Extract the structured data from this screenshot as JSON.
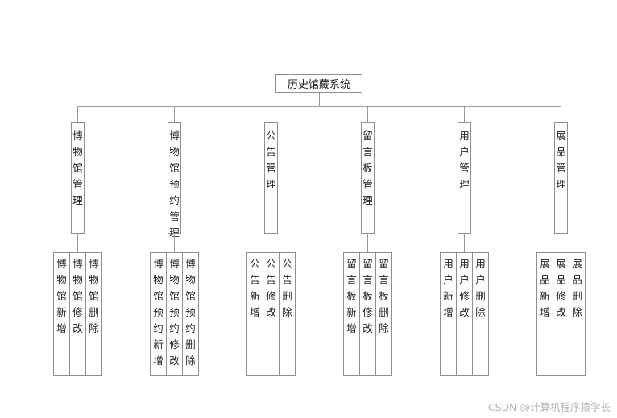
{
  "diagram": {
    "root": {
      "label": "历史馆藏系统"
    },
    "modules": [
      {
        "label": "博物馆管理",
        "chars": [
          "博",
          "物",
          "馆",
          "管",
          "理"
        ],
        "children": [
          {
            "label": "博物馆新增",
            "chars": [
              "博",
              "物",
              "馆",
              "新",
              "增"
            ]
          },
          {
            "label": "博物馆修改",
            "chars": [
              "博",
              "物",
              "馆",
              "修",
              "改"
            ]
          },
          {
            "label": "博物馆删除",
            "chars": [
              "博",
              "物",
              "馆",
              "删",
              "除"
            ]
          }
        ]
      },
      {
        "label": "博物馆预约管理",
        "chars": [
          "博",
          "物",
          "馆",
          "预",
          "约",
          "管",
          "理"
        ],
        "children": [
          {
            "label": "博物馆预约新增",
            "chars": [
              "博",
              "物",
              "馆",
              "预",
              "约",
              "新",
              "增"
            ]
          },
          {
            "label": "博物馆预约修改",
            "chars": [
              "博",
              "物",
              "馆",
              "预",
              "约",
              "修",
              "改"
            ]
          },
          {
            "label": "博物馆预约删除",
            "chars": [
              "博",
              "物",
              "馆",
              "预",
              "约",
              "删",
              "除"
            ]
          }
        ]
      },
      {
        "label": "公告管理",
        "chars": [
          "公",
          "告",
          "管",
          "理"
        ],
        "children": [
          {
            "label": "公告新增",
            "chars": [
              "公",
              "告",
              "新",
              "增"
            ]
          },
          {
            "label": "公告修改",
            "chars": [
              "公",
              "告",
              "修",
              "改"
            ]
          },
          {
            "label": "公告删除",
            "chars": [
              "公",
              "告",
              "删",
              "除"
            ]
          }
        ]
      },
      {
        "label": "留言板管理",
        "chars": [
          "留",
          "言",
          "板",
          "管",
          "理"
        ],
        "children": [
          {
            "label": "留言板新增",
            "chars": [
              "留",
              "言",
              "板",
              "新",
              "增"
            ]
          },
          {
            "label": "留言板修改",
            "chars": [
              "留",
              "言",
              "板",
              "修",
              "改"
            ]
          },
          {
            "label": "留言板删除",
            "chars": [
              "留",
              "言",
              "板",
              "删",
              "除"
            ]
          }
        ]
      },
      {
        "label": "用户管理",
        "chars": [
          "用",
          "户",
          "管",
          "理"
        ],
        "children": [
          {
            "label": "用户新增",
            "chars": [
              "用",
              "户",
              "新",
              "增"
            ]
          },
          {
            "label": "用户修改",
            "chars": [
              "用",
              "户",
              "修",
              "改"
            ]
          },
          {
            "label": "用户删除",
            "chars": [
              "用",
              "户",
              "删",
              "除"
            ]
          }
        ]
      },
      {
        "label": "展品管理",
        "chars": [
          "展",
          "品",
          "管",
          "理"
        ],
        "children": [
          {
            "label": "展品新增",
            "chars": [
              "展",
              "品",
              "新",
              "增"
            ]
          },
          {
            "label": "展品修改",
            "chars": [
              "展",
              "品",
              "修",
              "改"
            ]
          },
          {
            "label": "展品删除",
            "chars": [
              "展",
              "品",
              "删",
              "除"
            ]
          }
        ]
      }
    ]
  },
  "watermark": "CSDN @计算机程序猿学长",
  "colors": {
    "line": "#9a9a9a",
    "border": "#8f8f8f",
    "text": "#222222",
    "watermark": "#b5b5b5"
  }
}
